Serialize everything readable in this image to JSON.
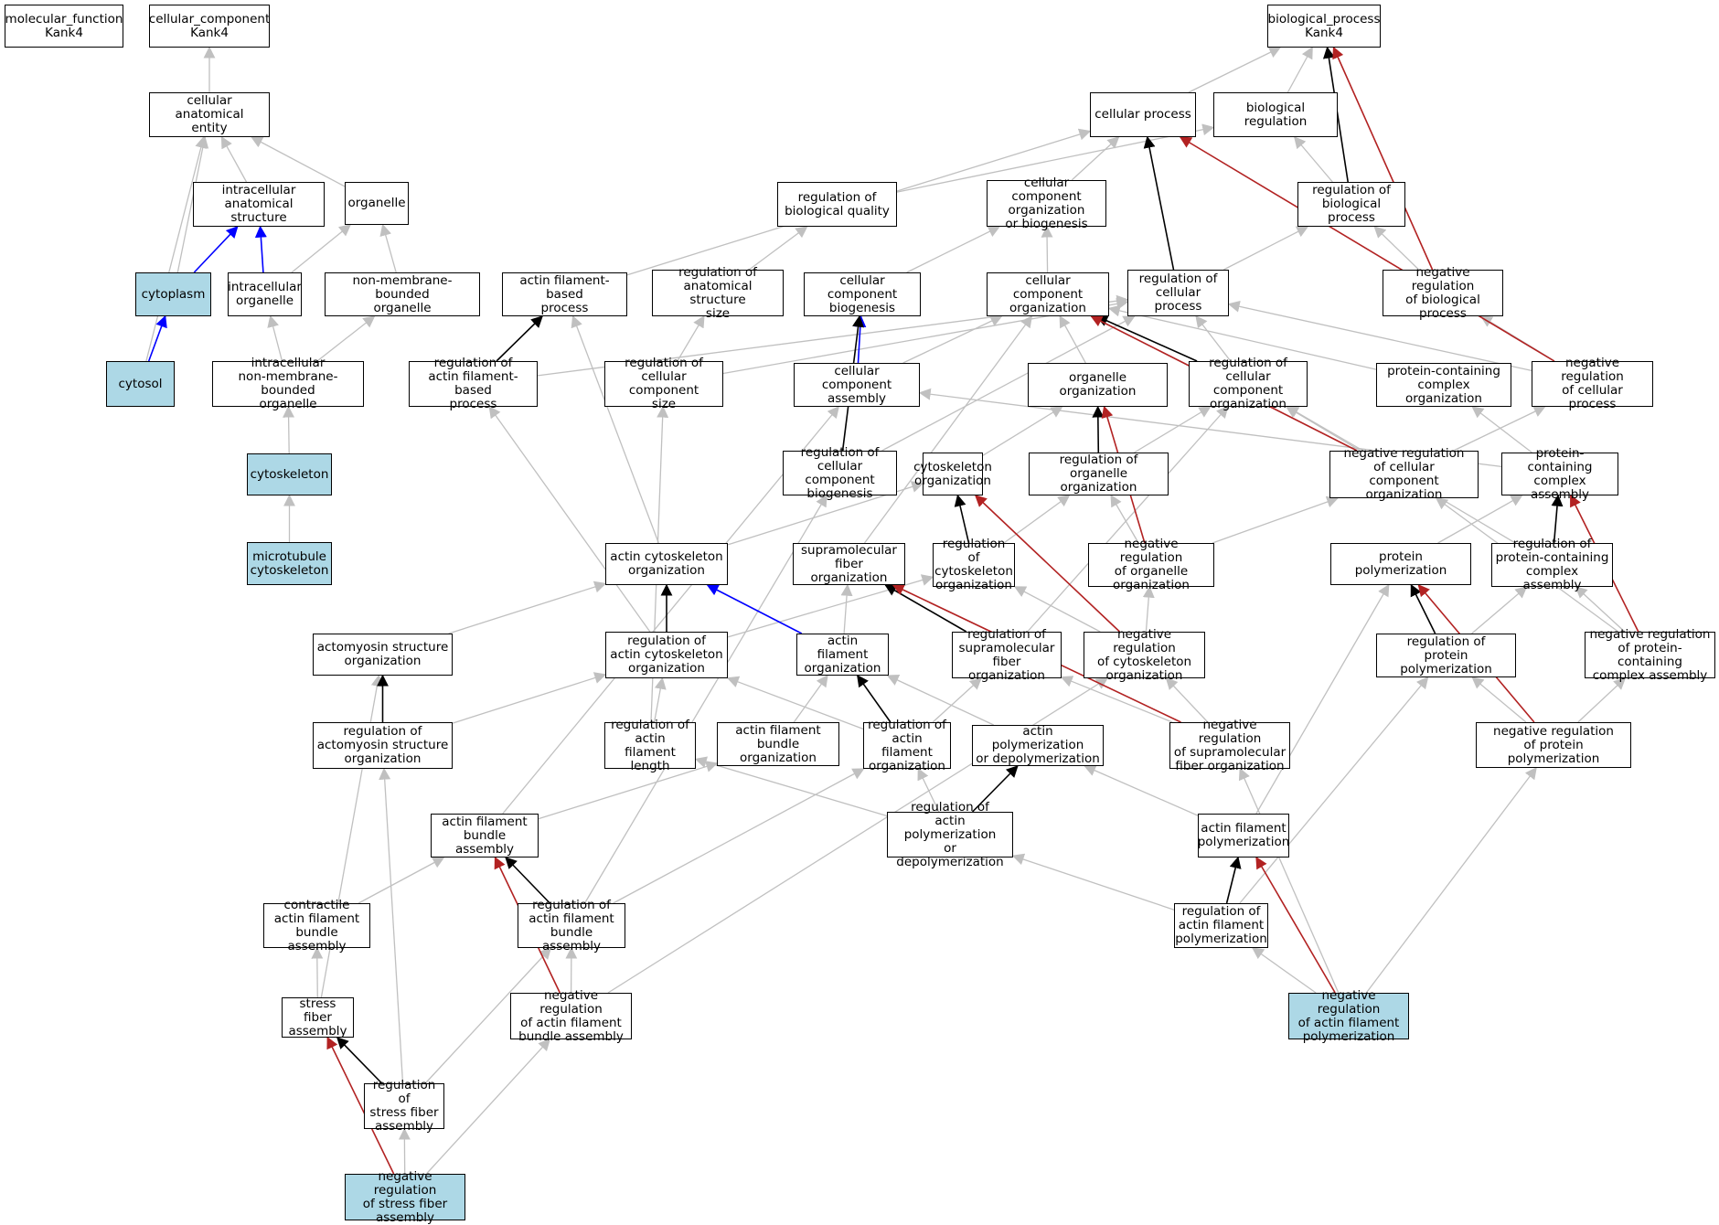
{
  "colors": {
    "is_a": "#c0c0c0",
    "part_of": "#0000ff",
    "regulates": "#000000",
    "negatively_regulates": "#b22222",
    "highlight_fill": "#add8e6",
    "node_fill": "#ffffff"
  },
  "nodes": [
    {
      "id": "mf",
      "label": "molecular_function\nKank4"
    },
    {
      "id": "cc",
      "label": "cellular_component\nKank4"
    },
    {
      "id": "bp",
      "label": "biological_process\nKank4"
    },
    {
      "id": "cae",
      "label": "cellular anatomical\nentity"
    },
    {
      "id": "cp",
      "label": "cellular process"
    },
    {
      "id": "br",
      "label": "biological regulation"
    },
    {
      "id": "ias",
      "label": "intracellular\nanatomical structure"
    },
    {
      "id": "org",
      "label": "organelle"
    },
    {
      "id": "rbq",
      "label": "regulation of\nbiological quality"
    },
    {
      "id": "ccob",
      "label": "cellular component\norganization\nor biogenesis"
    },
    {
      "id": "rbp",
      "label": "regulation of\nbiological process"
    },
    {
      "id": "cyto",
      "label": "cytoplasm",
      "highlight": true
    },
    {
      "id": "io",
      "label": "intracellular\norganelle"
    },
    {
      "id": "nmbo",
      "label": "non-membrane-bounded\norganelle"
    },
    {
      "id": "afbp",
      "label": "actin filament-based\nprocess"
    },
    {
      "id": "rass",
      "label": "regulation of\nanatomical structure\nsize"
    },
    {
      "id": "ccb",
      "label": "cellular component\nbiogenesis"
    },
    {
      "id": "cco",
      "label": "cellular component\norganization"
    },
    {
      "id": "rcp",
      "label": "regulation of\ncellular process"
    },
    {
      "id": "nrbp",
      "label": "negative regulation\nof biological\nprocess"
    },
    {
      "id": "cytosol",
      "label": "cytosol",
      "highlight": true
    },
    {
      "id": "inmbo",
      "label": "intracellular\nnon-membrane-bounded\norganelle"
    },
    {
      "id": "rafbp",
      "label": "regulation of\nactin filament-based\nprocess"
    },
    {
      "id": "rccs",
      "label": "regulation of\ncellular component\nsize"
    },
    {
      "id": "cca",
      "label": "cellular component\nassembly"
    },
    {
      "id": "oo",
      "label": "organelle organization"
    },
    {
      "id": "rcco",
      "label": "regulation of\ncellular component\norganization"
    },
    {
      "id": "pcco",
      "label": "protein-containing\ncomplex organization"
    },
    {
      "id": "nrcp",
      "label": "negative regulation\nof cellular\nprocess"
    },
    {
      "id": "cytosk",
      "label": "cytoskeleton",
      "highlight": true
    },
    {
      "id": "rccb",
      "label": "regulation of\ncellular component\nbiogenesis"
    },
    {
      "id": "cytoo",
      "label": "cytoskeleton\norganization"
    },
    {
      "id": "roo",
      "label": "regulation of\norganelle organization"
    },
    {
      "id": "nrcco",
      "label": "negative regulation\nof cellular\ncomponent organization"
    },
    {
      "id": "pcca",
      "label": "protein-containing\ncomplex assembly"
    },
    {
      "id": "mtc",
      "label": "microtubule\ncytoskeleton",
      "highlight": true
    },
    {
      "id": "aco",
      "label": "actin cytoskeleton\norganization"
    },
    {
      "id": "sfo",
      "label": "supramolecular\nfiber organization"
    },
    {
      "id": "rco",
      "label": "regulation of\ncytoskeleton\norganization"
    },
    {
      "id": "nroo",
      "label": "negative regulation\nof organelle\norganization"
    },
    {
      "id": "pp",
      "label": "protein polymerization"
    },
    {
      "id": "rpcca",
      "label": "regulation of\nprotein-containing\ncomplex assembly"
    },
    {
      "id": "aso",
      "label": "actomyosin structure\norganization"
    },
    {
      "id": "raco",
      "label": "regulation of\nactin cytoskeleton\norganization"
    },
    {
      "id": "afo",
      "label": "actin filament\norganization"
    },
    {
      "id": "rsfo",
      "label": "regulation of\nsupramolecular\nfiber organization"
    },
    {
      "id": "nrco",
      "label": "negative regulation\nof cytoskeleton\norganization"
    },
    {
      "id": "rpp",
      "label": "regulation of\nprotein polymerization"
    },
    {
      "id": "nrpcca",
      "label": "negative regulation\nof protein-containing\ncomplex assembly"
    },
    {
      "id": "raso",
      "label": "regulation of\nactomyosin structure\norganization"
    },
    {
      "id": "rafl",
      "label": "regulation of\nactin filament\nlength"
    },
    {
      "id": "afbo",
      "label": "actin filament\nbundle organization"
    },
    {
      "id": "rafo",
      "label": "regulation of\nactin filament\norganization"
    },
    {
      "id": "apd",
      "label": "actin polymerization\nor depolymerization"
    },
    {
      "id": "nrsfo",
      "label": "negative regulation\nof supramolecular\nfiber organization"
    },
    {
      "id": "nrpp",
      "label": "negative regulation\nof protein polymerization"
    },
    {
      "id": "afba",
      "label": "actin filament\nbundle assembly"
    },
    {
      "id": "rapd",
      "label": "regulation of\nactin polymerization\nor depolymerization"
    },
    {
      "id": "afp",
      "label": "actin filament\npolymerization"
    },
    {
      "id": "cafba",
      "label": "contractile\nactin filament\nbundle assembly"
    },
    {
      "id": "rafba",
      "label": "regulation of\nactin filament\nbundle assembly"
    },
    {
      "id": "rafp",
      "label": "regulation of\nactin filament\npolymerization"
    },
    {
      "id": "sfa",
      "label": "stress fiber\nassembly"
    },
    {
      "id": "nrafba",
      "label": "negative regulation\nof actin filament\nbundle assembly"
    },
    {
      "id": "nrafp",
      "label": "negative regulation\nof actin filament\npolymerization",
      "highlight": true
    },
    {
      "id": "rsfa",
      "label": "regulation of\nstress fiber\nassembly"
    },
    {
      "id": "nrsfa",
      "label": "negative regulation\nof stress fiber\nassembly",
      "highlight": true
    }
  ],
  "edges": [
    {
      "from": "cae",
      "to": "cc",
      "type": "is_a"
    },
    {
      "from": "cp",
      "to": "bp",
      "type": "is_a"
    },
    {
      "from": "br",
      "to": "bp",
      "type": "is_a"
    },
    {
      "from": "ias",
      "to": "cae",
      "type": "is_a"
    },
    {
      "from": "org",
      "to": "cae",
      "type": "is_a"
    },
    {
      "from": "cyto",
      "to": "cae",
      "type": "is_a"
    },
    {
      "from": "cytosol",
      "to": "cae",
      "type": "is_a"
    },
    {
      "from": "cyto",
      "to": "ias",
      "type": "part_of"
    },
    {
      "from": "io",
      "to": "ias",
      "type": "part_of"
    },
    {
      "from": "io",
      "to": "org",
      "type": "is_a"
    },
    {
      "from": "nmbo",
      "to": "org",
      "type": "is_a"
    },
    {
      "from": "cytosol",
      "to": "cyto",
      "type": "part_of"
    },
    {
      "from": "inmbo",
      "to": "io",
      "type": "is_a"
    },
    {
      "from": "inmbo",
      "to": "nmbo",
      "type": "is_a"
    },
    {
      "from": "cytosk",
      "to": "inmbo",
      "type": "is_a"
    },
    {
      "from": "mtc",
      "to": "cytosk",
      "type": "is_a"
    },
    {
      "from": "rbq",
      "to": "br",
      "type": "is_a"
    },
    {
      "from": "ccob",
      "to": "cp",
      "type": "is_a"
    },
    {
      "from": "rbp",
      "to": "br",
      "type": "is_a"
    },
    {
      "from": "rbp",
      "to": "bp",
      "type": "regulates"
    },
    {
      "from": "nrbp",
      "to": "rbp",
      "type": "is_a"
    },
    {
      "from": "nrbp",
      "to": "bp",
      "type": "negatively_regulates"
    },
    {
      "from": "afbp",
      "to": "cp",
      "type": "is_a"
    },
    {
      "from": "rass",
      "to": "rbq",
      "type": "is_a"
    },
    {
      "from": "ccb",
      "to": "ccob",
      "type": "is_a"
    },
    {
      "from": "cco",
      "to": "ccob",
      "type": "is_a"
    },
    {
      "from": "rcp",
      "to": "rbp",
      "type": "is_a"
    },
    {
      "from": "rcp",
      "to": "cp",
      "type": "regulates"
    },
    {
      "from": "nrcp",
      "to": "rcp",
      "type": "is_a"
    },
    {
      "from": "nrcp",
      "to": "nrbp",
      "type": "is_a"
    },
    {
      "from": "nrcp",
      "to": "cp",
      "type": "negatively_regulates"
    },
    {
      "from": "rafbp",
      "to": "rcp",
      "type": "is_a"
    },
    {
      "from": "rafbp",
      "to": "afbp",
      "type": "regulates"
    },
    {
      "from": "rccs",
      "to": "rass",
      "type": "is_a"
    },
    {
      "from": "rccs",
      "to": "rcp",
      "type": "is_a"
    },
    {
      "from": "cca",
      "to": "ccb",
      "type": "part_of"
    },
    {
      "from": "cca",
      "to": "cco",
      "type": "is_a"
    },
    {
      "from": "oo",
      "to": "cco",
      "type": "is_a"
    },
    {
      "from": "rcco",
      "to": "rcp",
      "type": "is_a"
    },
    {
      "from": "rcco",
      "to": "cco",
      "type": "regulates"
    },
    {
      "from": "pcco",
      "to": "cco",
      "type": "is_a"
    },
    {
      "from": "rccb",
      "to": "rcp",
      "type": "is_a"
    },
    {
      "from": "rccb",
      "to": "ccb",
      "type": "regulates"
    },
    {
      "from": "cytoo",
      "to": "oo",
      "type": "is_a"
    },
    {
      "from": "roo",
      "to": "rcco",
      "type": "is_a"
    },
    {
      "from": "roo",
      "to": "oo",
      "type": "regulates"
    },
    {
      "from": "nrcco",
      "to": "rcco",
      "type": "is_a"
    },
    {
      "from": "nrcco",
      "to": "nrcp",
      "type": "is_a"
    },
    {
      "from": "nrcco",
      "to": "cco",
      "type": "negatively_regulates"
    },
    {
      "from": "pcca",
      "to": "pcco",
      "type": "is_a"
    },
    {
      "from": "pcca",
      "to": "cca",
      "type": "is_a"
    },
    {
      "from": "aco",
      "to": "cytoo",
      "type": "is_a"
    },
    {
      "from": "aco",
      "to": "afbp",
      "type": "is_a"
    },
    {
      "from": "sfo",
      "to": "cco",
      "type": "is_a"
    },
    {
      "from": "rco",
      "to": "roo",
      "type": "is_a"
    },
    {
      "from": "rco",
      "to": "cytoo",
      "type": "regulates"
    },
    {
      "from": "nroo",
      "to": "roo",
      "type": "is_a"
    },
    {
      "from": "nroo",
      "to": "nrcco",
      "type": "is_a"
    },
    {
      "from": "nroo",
      "to": "oo",
      "type": "negatively_regulates"
    },
    {
      "from": "pp",
      "to": "pcca",
      "type": "is_a"
    },
    {
      "from": "rpcca",
      "to": "rcco",
      "type": "is_a"
    },
    {
      "from": "rpcca",
      "to": "pcca",
      "type": "regulates"
    },
    {
      "from": "aso",
      "to": "aco",
      "type": "is_a"
    },
    {
      "from": "raco",
      "to": "rco",
      "type": "is_a"
    },
    {
      "from": "raco",
      "to": "rafbp",
      "type": "is_a"
    },
    {
      "from": "raco",
      "to": "aco",
      "type": "regulates"
    },
    {
      "from": "afo",
      "to": "aco",
      "type": "part_of"
    },
    {
      "from": "afo",
      "to": "sfo",
      "type": "is_a"
    },
    {
      "from": "rsfo",
      "to": "rcco",
      "type": "is_a"
    },
    {
      "from": "rsfo",
      "to": "sfo",
      "type": "regulates"
    },
    {
      "from": "nrco",
      "to": "rco",
      "type": "is_a"
    },
    {
      "from": "nrco",
      "to": "nroo",
      "type": "is_a"
    },
    {
      "from": "nrco",
      "to": "cytoo",
      "type": "negatively_regulates"
    },
    {
      "from": "rpp",
      "to": "rpcca",
      "type": "is_a"
    },
    {
      "from": "rpp",
      "to": "pp",
      "type": "regulates"
    },
    {
      "from": "nrpcca",
      "to": "rpcca",
      "type": "is_a"
    },
    {
      "from": "nrpcca",
      "to": "nrcco",
      "type": "is_a"
    },
    {
      "from": "nrpcca",
      "to": "pcca",
      "type": "negatively_regulates"
    },
    {
      "from": "raso",
      "to": "raco",
      "type": "is_a"
    },
    {
      "from": "raso",
      "to": "aso",
      "type": "regulates"
    },
    {
      "from": "rafl",
      "to": "raco",
      "type": "is_a"
    },
    {
      "from": "rafl",
      "to": "rccs",
      "type": "is_a"
    },
    {
      "from": "afbo",
      "to": "afo",
      "type": "is_a"
    },
    {
      "from": "rafo",
      "to": "raco",
      "type": "is_a"
    },
    {
      "from": "rafo",
      "to": "rsfo",
      "type": "is_a"
    },
    {
      "from": "rafo",
      "to": "afo",
      "type": "regulates"
    },
    {
      "from": "apd",
      "to": "afo",
      "type": "is_a"
    },
    {
      "from": "nrsfo",
      "to": "rsfo",
      "type": "is_a"
    },
    {
      "from": "nrsfo",
      "to": "nrco",
      "type": "is_a"
    },
    {
      "from": "nrsfo",
      "to": "sfo",
      "type": "negatively_regulates"
    },
    {
      "from": "nrpp",
      "to": "rpp",
      "type": "is_a"
    },
    {
      "from": "nrpp",
      "to": "nrpcca",
      "type": "is_a"
    },
    {
      "from": "nrpp",
      "to": "pp",
      "type": "negatively_regulates"
    },
    {
      "from": "afba",
      "to": "afbo",
      "type": "is_a"
    },
    {
      "from": "afba",
      "to": "cca",
      "type": "is_a"
    },
    {
      "from": "rapd",
      "to": "rafo",
      "type": "is_a"
    },
    {
      "from": "rapd",
      "to": "rafl",
      "type": "is_a"
    },
    {
      "from": "rapd",
      "to": "apd",
      "type": "regulates"
    },
    {
      "from": "afp",
      "to": "apd",
      "type": "is_a"
    },
    {
      "from": "afp",
      "to": "pp",
      "type": "is_a"
    },
    {
      "from": "cafba",
      "to": "afba",
      "type": "is_a"
    },
    {
      "from": "rafba",
      "to": "rafo",
      "type": "is_a"
    },
    {
      "from": "rafba",
      "to": "rccb",
      "type": "is_a"
    },
    {
      "from": "rafba",
      "to": "afba",
      "type": "regulates"
    },
    {
      "from": "rafp",
      "to": "rapd",
      "type": "is_a"
    },
    {
      "from": "rafp",
      "to": "rpp",
      "type": "is_a"
    },
    {
      "from": "rafp",
      "to": "afp",
      "type": "regulates"
    },
    {
      "from": "sfa",
      "to": "cafba",
      "type": "is_a"
    },
    {
      "from": "sfa",
      "to": "aso",
      "type": "is_a"
    },
    {
      "from": "nrafba",
      "to": "rafba",
      "type": "is_a"
    },
    {
      "from": "nrafba",
      "to": "nrco",
      "type": "is_a"
    },
    {
      "from": "nrafba",
      "to": "afba",
      "type": "negatively_regulates"
    },
    {
      "from": "nrafp",
      "to": "rafp",
      "type": "is_a"
    },
    {
      "from": "nrafp",
      "to": "nrpp",
      "type": "is_a"
    },
    {
      "from": "nrafp",
      "to": "nrsfo",
      "type": "is_a"
    },
    {
      "from": "nrafp",
      "to": "afp",
      "type": "negatively_regulates"
    },
    {
      "from": "rsfa",
      "to": "rafba",
      "type": "is_a"
    },
    {
      "from": "rsfa",
      "to": "raso",
      "type": "is_a"
    },
    {
      "from": "rsfa",
      "to": "sfa",
      "type": "regulates"
    },
    {
      "from": "nrsfa",
      "to": "rsfa",
      "type": "is_a"
    },
    {
      "from": "nrsfa",
      "to": "nrafba",
      "type": "is_a"
    },
    {
      "from": "nrsfa",
      "to": "sfa",
      "type": "negatively_regulates"
    }
  ]
}
